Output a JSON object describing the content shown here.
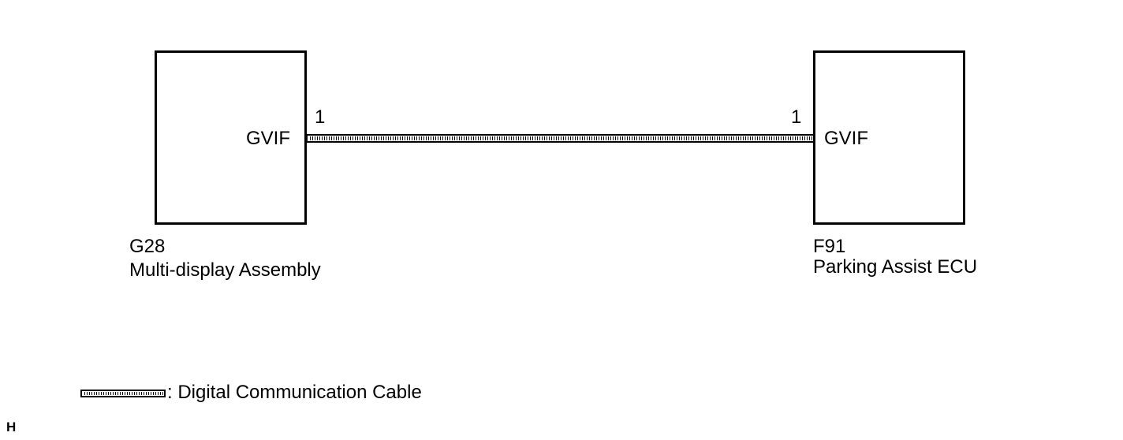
{
  "left_component": {
    "code": "G28",
    "name": "Multi-display Assembly",
    "terminal": "GVIF",
    "pin": "1"
  },
  "right_component": {
    "code": "F91",
    "name": "Parking Assist ECU",
    "terminal": "GVIF",
    "pin": "1"
  },
  "legend": {
    "text": ": Digital Communication Cable"
  },
  "corner_mark": "H"
}
